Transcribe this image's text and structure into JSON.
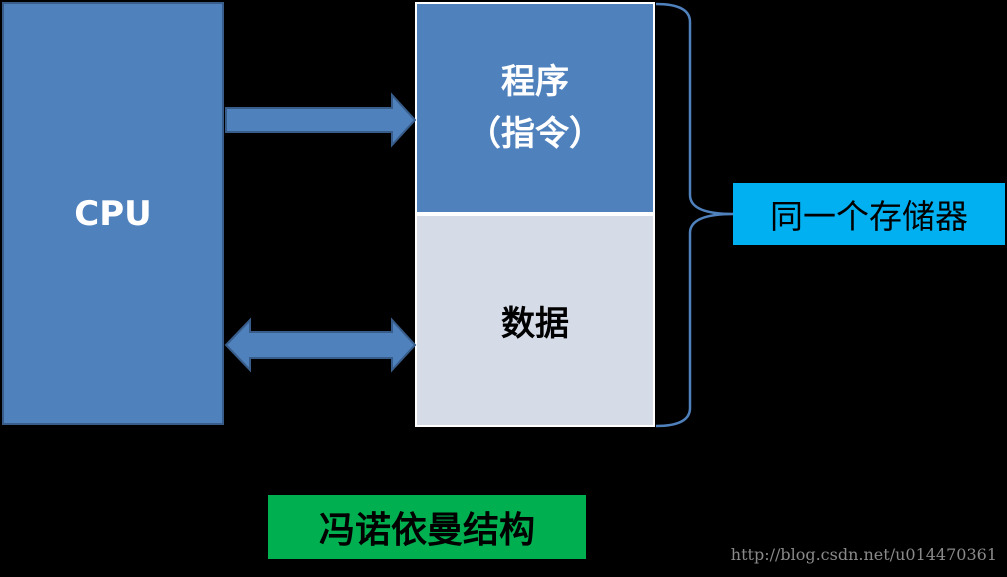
{
  "cpu": {
    "label": "CPU"
  },
  "memory": {
    "program_line1": "程序",
    "program_line2": "（指令）",
    "data_label": "数据",
    "shared_label": "同一个存储器"
  },
  "caption": "冯诺依曼结构",
  "watermark": "http://blog.csdn.net/u014470361",
  "colors": {
    "box_blue": "#4F81BD",
    "data_gray": "#D6DBE8",
    "label_cyan": "#00B0F0",
    "caption_green": "#00B050",
    "background": "#000000"
  }
}
